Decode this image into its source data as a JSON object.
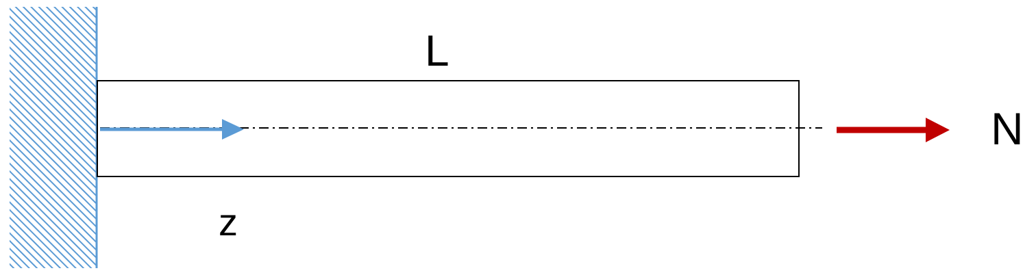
{
  "labels": {
    "length": "L",
    "axis_coordinate": "z",
    "axial_force": "N"
  },
  "colors": {
    "wall_hatch": "#5b9bd5",
    "wall_edge": "#5b9bd5",
    "z_arrow": "#5b9bd5",
    "force_arrow": "#c00000",
    "bar_outline": "#000000",
    "axis_line": "#000000"
  },
  "elements": {
    "wall": "fixed-support-wall",
    "bar": "axially-loaded-bar",
    "axis": "centerline-axis",
    "z_arrow": "z-axis-arrow",
    "force_arrow": "axial-force-arrow"
  }
}
